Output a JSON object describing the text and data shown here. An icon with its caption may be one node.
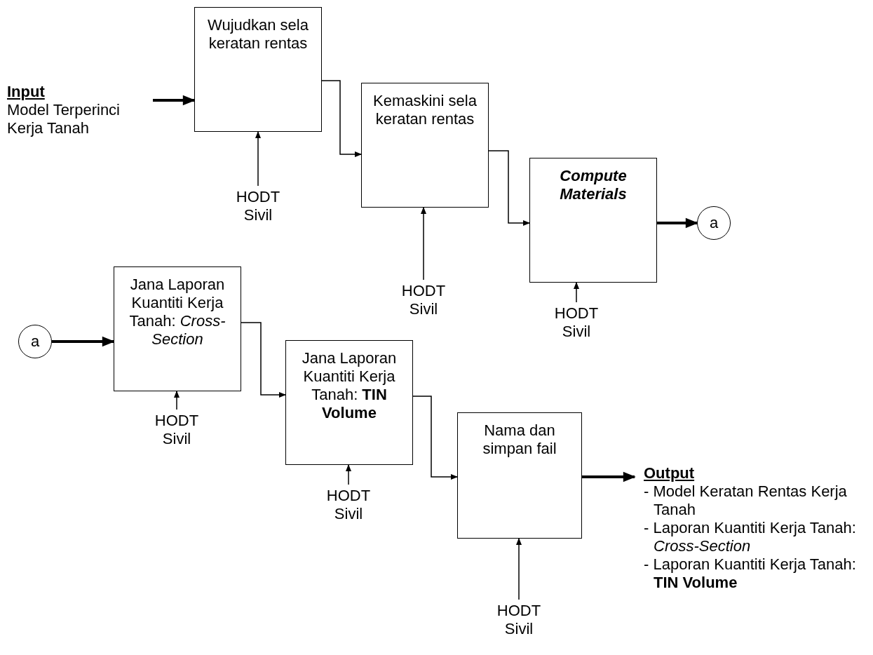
{
  "diagram": {
    "nodes": [
      {
        "text": [
          "Input",
          "Model Terperinci Kerja Tanah"
        ]
      },
      {
        "text": [
          "Wujudkan sela keratan rentas"
        ]
      },
      {
        "text": [
          "HODT Sivil"
        ]
      },
      {
        "text": [
          "Kemaskini sela keratan rentas"
        ]
      },
      {
        "text": [
          "HODT Sivil"
        ]
      },
      {
        "text": [
          "Compute Materials"
        ]
      },
      {
        "text": [
          "HODT Sivil"
        ]
      },
      {
        "text": [
          "a"
        ]
      },
      {
        "text": [
          "a"
        ]
      },
      {
        "text": [
          "Jana Laporan Kuantiti Kerja Tanah: *Cross-Section*"
        ]
      },
      {
        "text": [
          "HODT Sivil"
        ]
      },
      {
        "text": [
          "Jana Laporan Kuantiti Kerja Tanah: **TIN Volume**"
        ]
      },
      {
        "text": [
          "HODT Sivil"
        ]
      },
      {
        "text": [
          "Nama dan simpan fail"
        ]
      },
      {
        "text": [
          "HODT Sivil"
        ]
      },
      {
        "text": [
          "Output",
          "- Model Keratan Rentas Kerja Tanah",
          "- Laporan Kuantiti Kerja Tanah: *Cross-Section*",
          "- Laporan Kuantiti Kerja Tanah: **TIN Volume**"
        ]
      }
    ],
    "edges": [
      {
        "from": 0,
        "to": 1,
        "arrow": "to",
        "style": "thick"
      },
      {
        "from": 2,
        "to": 1,
        "arrow": "to"
      },
      {
        "from": 1,
        "to": 3,
        "arrow": "to"
      },
      {
        "from": 4,
        "to": 3,
        "arrow": "to"
      },
      {
        "from": 3,
        "to": 5,
        "arrow": "to"
      },
      {
        "from": 6,
        "to": 5,
        "arrow": "to"
      },
      {
        "from": 5,
        "to": 7,
        "arrow": "to",
        "style": "thick"
      },
      {
        "from": 8,
        "to": 9,
        "arrow": "to",
        "style": "thick"
      },
      {
        "from": 10,
        "to": 9,
        "arrow": "to"
      },
      {
        "from": 9,
        "to": 11,
        "arrow": "to"
      },
      {
        "from": 12,
        "to": 11,
        "arrow": "to"
      },
      {
        "from": 11,
        "to": 13,
        "arrow": "to"
      },
      {
        "from": 14,
        "to": 13,
        "arrow": "to"
      },
      {
        "from": 13,
        "to": 15,
        "arrow": "to",
        "style": "thick"
      }
    ]
  }
}
